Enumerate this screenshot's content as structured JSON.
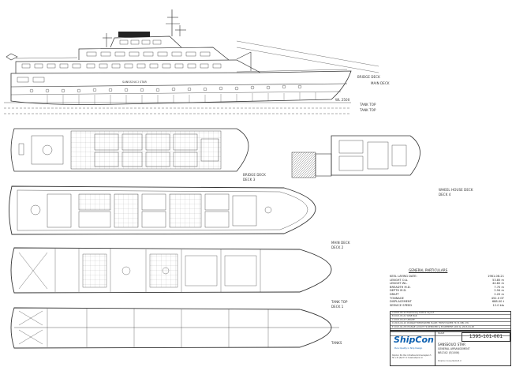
{
  "deck_labels": {
    "bridge_deck_side": "BRIDGE DECK",
    "main_deck_side": "MAIN DECK",
    "wl_label": "WL 2500",
    "tank_top_side": "TANK TOP",
    "tank_top_side2": "TANK TOP",
    "bridge_deck_plan": "BRIDGE DECK",
    "bridge_deck_sub": "DECK 3",
    "wheel_house_deck": "WHEEL HOUSE DECK",
    "wheel_house_sub": "DECK 4",
    "main_deck_plan": "MAIN DECK",
    "main_deck_sub": "DECK 2",
    "tank_top_plan": "TANK TOP",
    "tank_top_sub": "DECK 1",
    "tanks": "TANKS"
  },
  "side_labels": {
    "hull_name": "SANSSOUCI STAR"
  },
  "particulars": {
    "title": "GENERAL PARTICULARS",
    "rows": [
      {
        "label": "KEEL LAYING DATE:",
        "value": "1981-08-21"
      },
      {
        "label": "LENGHT O.A.",
        "value": "53.85 m"
      },
      {
        "label": "LENGHT WL.",
        "value": "44.82 m"
      },
      {
        "label": "BREADTH M.D.",
        "value": "7.70 m"
      },
      {
        "label": "DEPTH M.D.",
        "value": "2.94 m"
      },
      {
        "label": "DRAFT",
        "value": "2.20 m"
      },
      {
        "label": "TONNAGE",
        "value": "452.0 GT"
      },
      {
        "label": "DISPLACEMENT",
        "value": "688.00 t"
      },
      {
        "label": "SERVICE SPEED",
        "value": "12.0 kts"
      }
    ]
  },
  "revisions": [
    "A   2013-03-11   Preliminary Outline Layout",
    "B   2013-03-21   WINE BAR",
    "C   2013-03-27   UPDATE",
    "D   2013-04-10   CHANGE FRESHWATER PLANT, FRESH WATER TK 31 DBL VW",
    "E   2013-04-28   CHANGE LAYOUT TK REMOVED & EQUIPMENT ADD AL 2013-04-28",
    "",
    ""
  ],
  "title_block": {
    "logo": "ShipCon",
    "logo_sub": "Pure Quality in Ship Design",
    "address": "ShipCon  P.O. Box 4 Postbus  Kommerceplein 5  Tel +31 (0)13 5 1 2  www.shipcon.nl",
    "scale": "SCALE",
    "drawing_no": "1395-101-001",
    "vessel": "SANSSOUCI STAR",
    "drawing_title": "GENERAL ARRANGEMENT",
    "project": "NB1342  (E/1006)",
    "footer": "ShipCon Consultants B.V."
  },
  "colors": {
    "line": "#333333",
    "accent": "#0b5fb0",
    "paper": "#ffffff"
  }
}
